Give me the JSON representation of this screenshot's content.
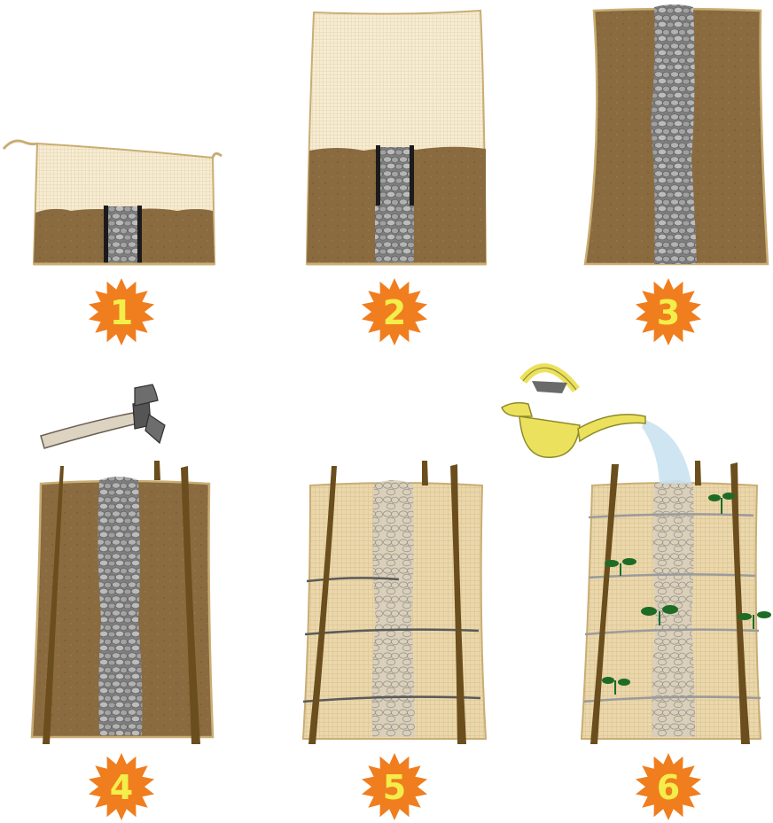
{
  "steps": [
    {
      "number": "1",
      "stage": "sack-with-pipe-partly-filled"
    },
    {
      "number": "2",
      "stage": "pipe-raised-sack-filling"
    },
    {
      "number": "3",
      "stage": "sack-full-stone-core"
    },
    {
      "number": "4",
      "stage": "stakes-hammered-in"
    },
    {
      "number": "5",
      "stage": "sack-tied-with-wire"
    },
    {
      "number": "6",
      "stage": "planted-and-watered"
    }
  ],
  "icons": [
    "hammer-icon",
    "watering-can-icon",
    "seedling-icon"
  ],
  "colors": {
    "soil": "#8a6a3f",
    "sack_mesh": "#f2e4c4",
    "burlap": "#e6d2a6",
    "stone": "#a9aaa9",
    "stake": "#6b4e1d",
    "badge": "#f07d1e",
    "badge_text": "#f3ee4a",
    "watering_can": "#ece15d",
    "water": "#c7e1ef",
    "seedling": "#1f6b25"
  }
}
